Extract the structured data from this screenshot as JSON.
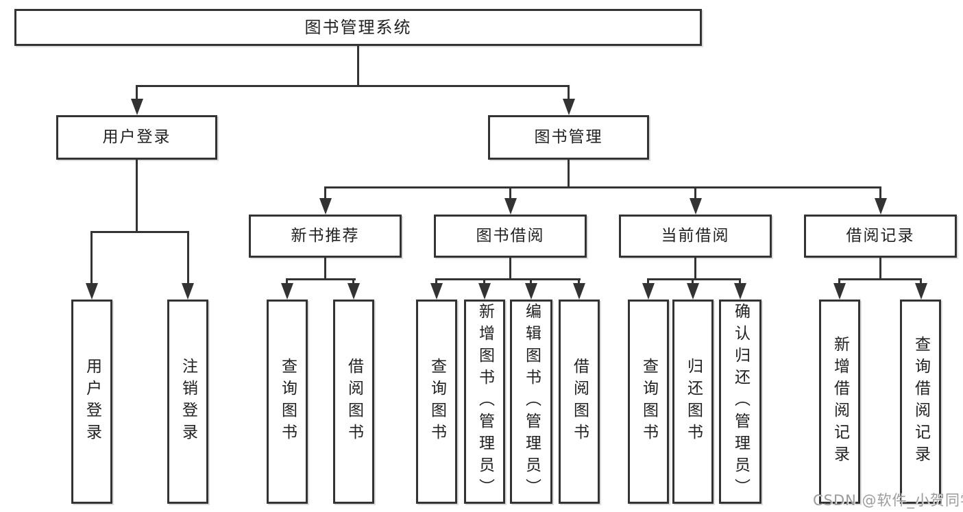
{
  "diagram": {
    "root_label": "图书管理系统",
    "user_login": {
      "label": "用户登录",
      "children": [
        {
          "label": "用户登录"
        },
        {
          "label": "注销登录"
        }
      ]
    },
    "book_mgmt": {
      "label": "图书管理",
      "groups": [
        {
          "label": "新书推荐",
          "children": [
            {
              "label": "查询图书"
            },
            {
              "label": "借阅图书"
            }
          ]
        },
        {
          "label": "图书借阅",
          "children": [
            {
              "label": "查询图书"
            },
            {
              "label": "新增图书（管理员）"
            },
            {
              "label": "编辑图书（管理员）"
            },
            {
              "label": "借阅图书"
            }
          ]
        },
        {
          "label": "当前借阅",
          "children": [
            {
              "label": "查询图书"
            },
            {
              "label": "归还图书"
            },
            {
              "label": "确认归还（管理员）"
            }
          ]
        },
        {
          "label": "借阅记录",
          "children": [
            {
              "label": "新增借阅记录"
            },
            {
              "label": "查询借阅记录"
            }
          ]
        }
      ]
    },
    "watermark": "CSDN @软件_小贺同学",
    "colors": {
      "line": "#333333",
      "text": "#212121",
      "watermark": "#9b9b9b",
      "background": "#ffffff"
    }
  }
}
